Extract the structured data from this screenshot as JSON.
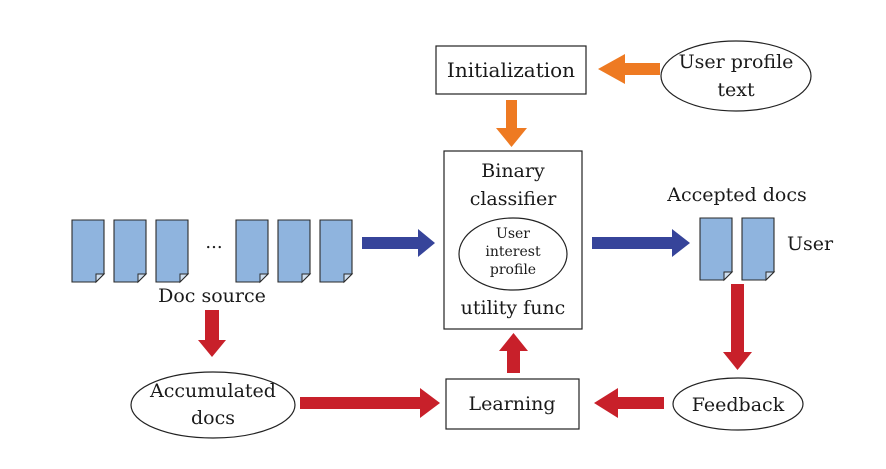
{
  "nodes": {
    "initialization": "Initialization",
    "user_profile_text": [
      "User profile",
      "text"
    ],
    "binary_classifier": [
      "Binary",
      "classifier"
    ],
    "user_interest_profile": [
      "User",
      "interest",
      "profile"
    ],
    "utility_func": "utility func",
    "accepted_docs": "Accepted docs",
    "user": "User",
    "doc_source": "Doc source",
    "ellipsis": "...",
    "accumulated_docs": [
      "Accumulated",
      "docs"
    ],
    "learning": "Learning",
    "feedback": "Feedback"
  },
  "colors": {
    "orange_arrow": "#ee7a22",
    "blue_arrow": "#36449a",
    "red_arrow": "#c8202a",
    "doc_fill": "#8fb4de"
  },
  "doc_source_count": 6,
  "accepted_docs_count": 2
}
